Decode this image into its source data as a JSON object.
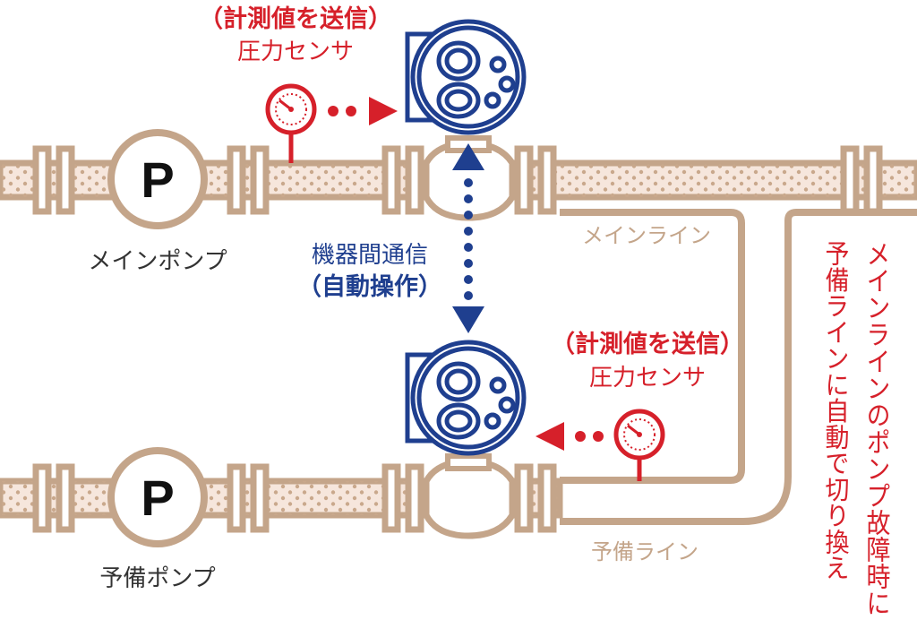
{
  "labels": {
    "main_pump": "メインポンプ",
    "spare_pump": "予備ポンプ",
    "pump_letter": "P",
    "main_line": "メインライン",
    "spare_line": "予備ライン",
    "sensor_top_send": "（計測値を送信）",
    "sensor_top_name": "圧力センサ",
    "sensor_bottom_send": "（計測値を送信）",
    "sensor_bottom_name": "圧力センサ",
    "comm_1": "機器間通信",
    "comm_2": "（自動操作）",
    "note_col1": "メインラインのポンプ故障時に",
    "note_col2": "予備ラインに自動で切り換え"
  },
  "colors": {
    "pipe": "#c4a58a",
    "pipe_fill": "#f6e6dc",
    "dots": "#c9a88c",
    "red": "#d6202a",
    "blue": "#1f3f8f",
    "text": "#333333"
  },
  "icons": [
    "pressure-gauge-icon",
    "pump-icon",
    "flow-meter-icon",
    "dotted-arrow-icon"
  ]
}
